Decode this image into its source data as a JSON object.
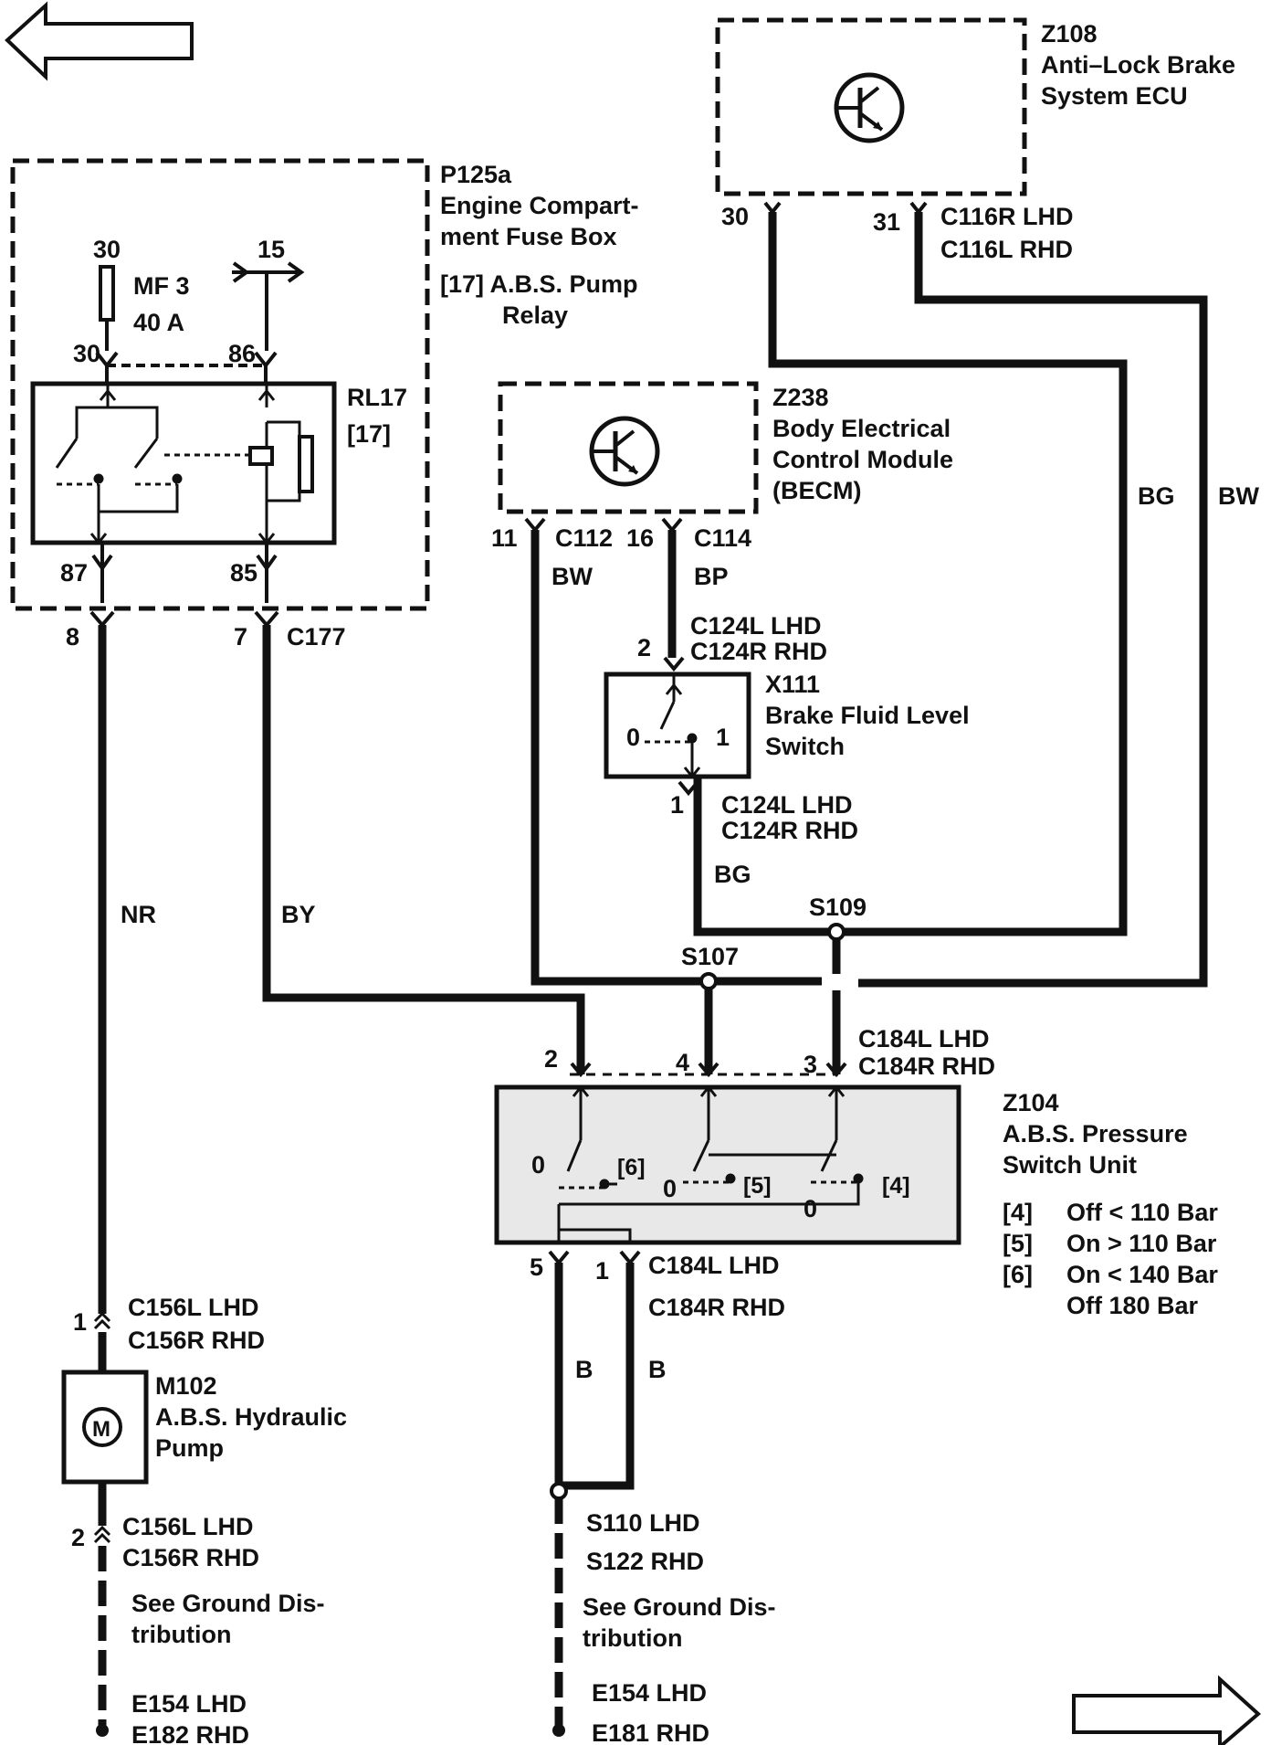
{
  "nav": {
    "back_icon": "left-arrow-icon",
    "forward_icon": "right-arrow-icon"
  },
  "components": {
    "z108": {
      "id": "Z108",
      "line1": "Anti–Lock Brake",
      "line2": "System ECU",
      "pin30": "30",
      "pin31": "31",
      "conn1": "C116R  LHD",
      "conn2": "C116L   RHD"
    },
    "p125a": {
      "id": "P125a",
      "line1": "Engine Compart-",
      "line2": "ment Fuse Box",
      "note1": "[17]  A.B.S. Pump",
      "note2": "Relay",
      "pin30": "30",
      "pin15": "15",
      "fuse": "MF 3",
      "fuse_rating": "40 A",
      "pin30b": "30",
      "pin86": "86",
      "pin87": "87",
      "pin85": "85"
    },
    "rl17": {
      "id": "RL17",
      "ref": "[17]"
    },
    "z238": {
      "id": "Z238",
      "line1": "Body Electrical",
      "line2": "Control Module",
      "line3": "(BECM)",
      "pin11": "11",
      "conn_c112": "C112",
      "pin16": "16",
      "conn_c114": "C114"
    },
    "c177": {
      "pin8": "8",
      "pin7": "7",
      "conn": "C177"
    },
    "x111": {
      "id": "X111",
      "line1": "Brake Fluid Level",
      "line2": "Switch",
      "pin2": "2",
      "conn_top1": "C124L  LHD",
      "conn_top2": "C124R  RHD",
      "pin1": "1",
      "conn_bot1": "C124L  LHD",
      "conn_bot2": "C124R  RHD",
      "pos0": "0",
      "pos1": "1"
    },
    "z104": {
      "id": "Z104",
      "line1": "A.B.S. Pressure",
      "line2": "Switch Unit",
      "pin2": "2",
      "pin4": "4",
      "pin3": "3",
      "conn_top1": "C184L  LHD",
      "conn_top2": "C184R  RHD",
      "pin5": "5",
      "pin1": "1",
      "conn_bot1": "C184L  LHD",
      "conn_bot2": "C184R  RHD",
      "sw_a": "[6]",
      "sw_b": "[5]",
      "sw_c": "[4]",
      "zero": "0",
      "notes": [
        {
          "ref": "[4]",
          "text": "Off < 110 Bar"
        },
        {
          "ref": "[5]",
          "text": "On > 110 Bar"
        },
        {
          "ref": "[6]",
          "text": "On < 140 Bar"
        },
        {
          "ref": "",
          "text": "Off 180 Bar"
        }
      ]
    },
    "m102": {
      "id": "M102",
      "line1": "A.B.S. Hydraulic",
      "line2": "Pump",
      "symbol": "M",
      "pin1": "1",
      "conn_top1": "C156L  LHD",
      "conn_top2": "C156R  RHD",
      "pin2": "2",
      "conn_bot1": "C156L  LHD",
      "conn_bot2": "C156R  RHD"
    }
  },
  "wires": {
    "nr": "NR",
    "by": "BY",
    "bw_left": "BW",
    "bp": "BP",
    "bg_x111": "BG",
    "bg_right": "BG",
    "bw_right": "BW",
    "b_left": "B",
    "b_right": "B"
  },
  "splices": {
    "s107": "S107",
    "s109": "S109",
    "s110": "S110  LHD",
    "s122": "S122  RHD"
  },
  "grounds": {
    "left": {
      "line1": "See Ground Dis-",
      "line2": "tribution",
      "e1": "E154   LHD",
      "e2": "E182   RHD"
    },
    "right": {
      "line1": "See Ground Dis-",
      "line2": "tribution",
      "e1": "E154  LHD",
      "e2": "E181  RHD"
    }
  }
}
